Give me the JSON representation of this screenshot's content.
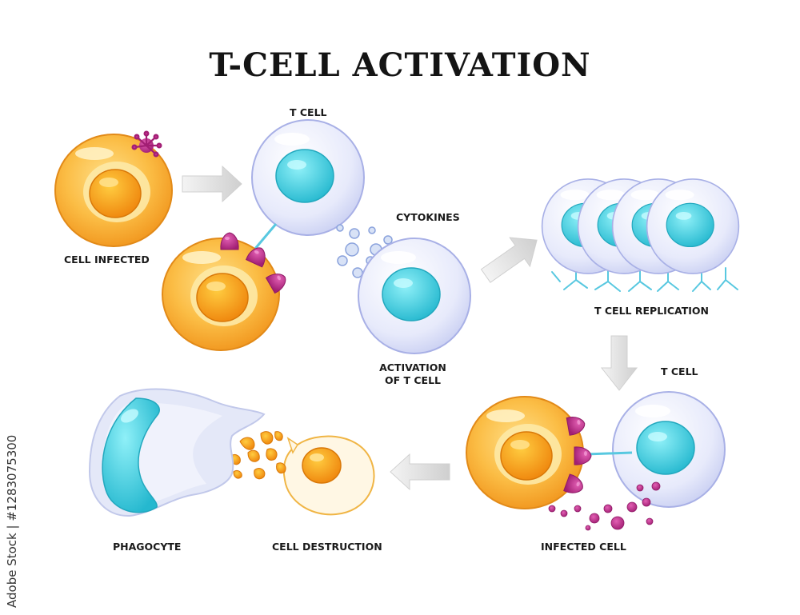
{
  "title": "T-CELL ACTIVATION",
  "labels": {
    "cell_infected": "CELL INFECTED",
    "t_cell_top": "T CELL",
    "cytokines": "CYTOKINES",
    "activation_line1": "ACTIVATION",
    "activation_line2": "OF T CELL",
    "t_cell_replication": "T CELL REPLICATION",
    "t_cell_right": "T CELL",
    "infected_cell": "INFECTED CELL",
    "cell_destruction": "CELL DESTRUCTION",
    "phagocyte": "PHAGOCYTE"
  },
  "watermark": "Adobe Stock | #1283075300",
  "colors": {
    "infected_cell": "#f7b23b",
    "t_cell_body": "#e6e9fb",
    "t_cell_nucleus": "#5fd6e6",
    "antigen": "#c0318f",
    "arrow": "#d9d9d9"
  }
}
